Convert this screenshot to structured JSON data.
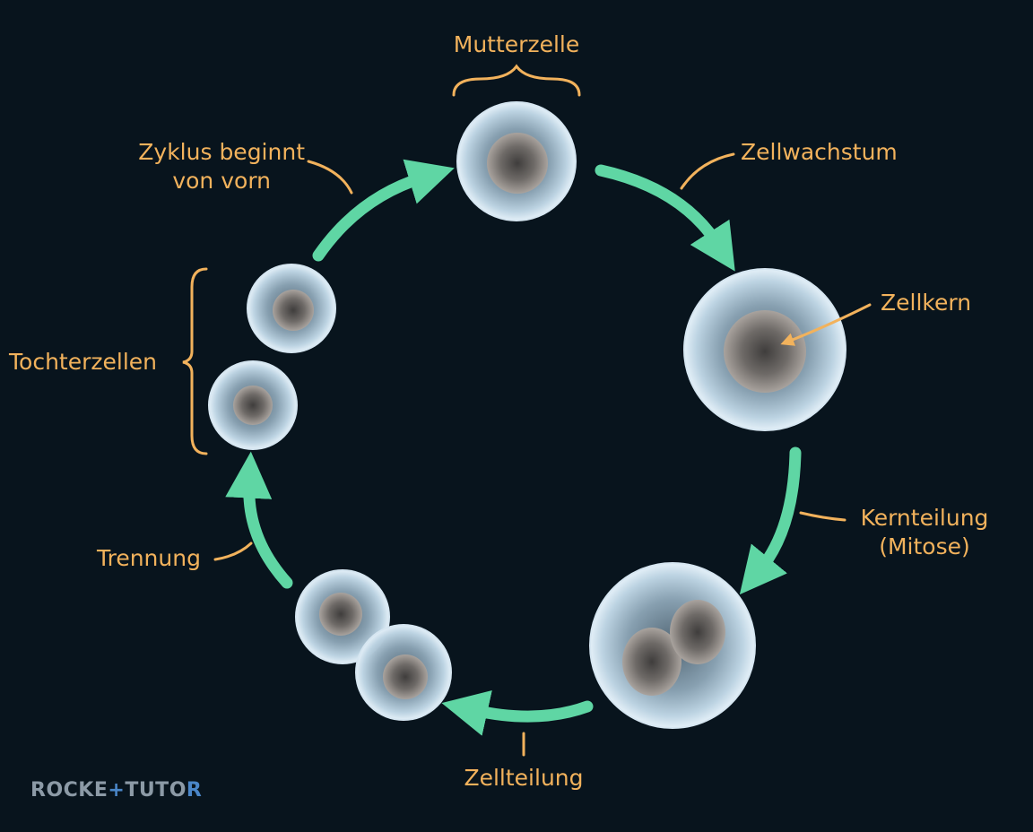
{
  "labels": {
    "mother_cell": "Mutterzelle",
    "cell_growth": "Zellwachstum",
    "nucleus": "Zellkern",
    "nuclear_division_1": "Kernteilung",
    "nuclear_division_2": "(Mitose)",
    "cell_division": "Zellteilung",
    "separation": "Trennung",
    "daughter_cells": "Tochterzellen",
    "cycle_restart_1": "Zyklus beginnt",
    "cycle_restart_2": "von vorn"
  },
  "logo": {
    "part1": "ROCKE",
    "plus": "+",
    "part2": "TUTO",
    "part3": "R"
  },
  "colors": {
    "background": "#08141d",
    "arrow": "#5fd6a4",
    "label": "#f2b25c",
    "cell_membrane": "#c5dbea",
    "nucleus": "#8c8784"
  }
}
